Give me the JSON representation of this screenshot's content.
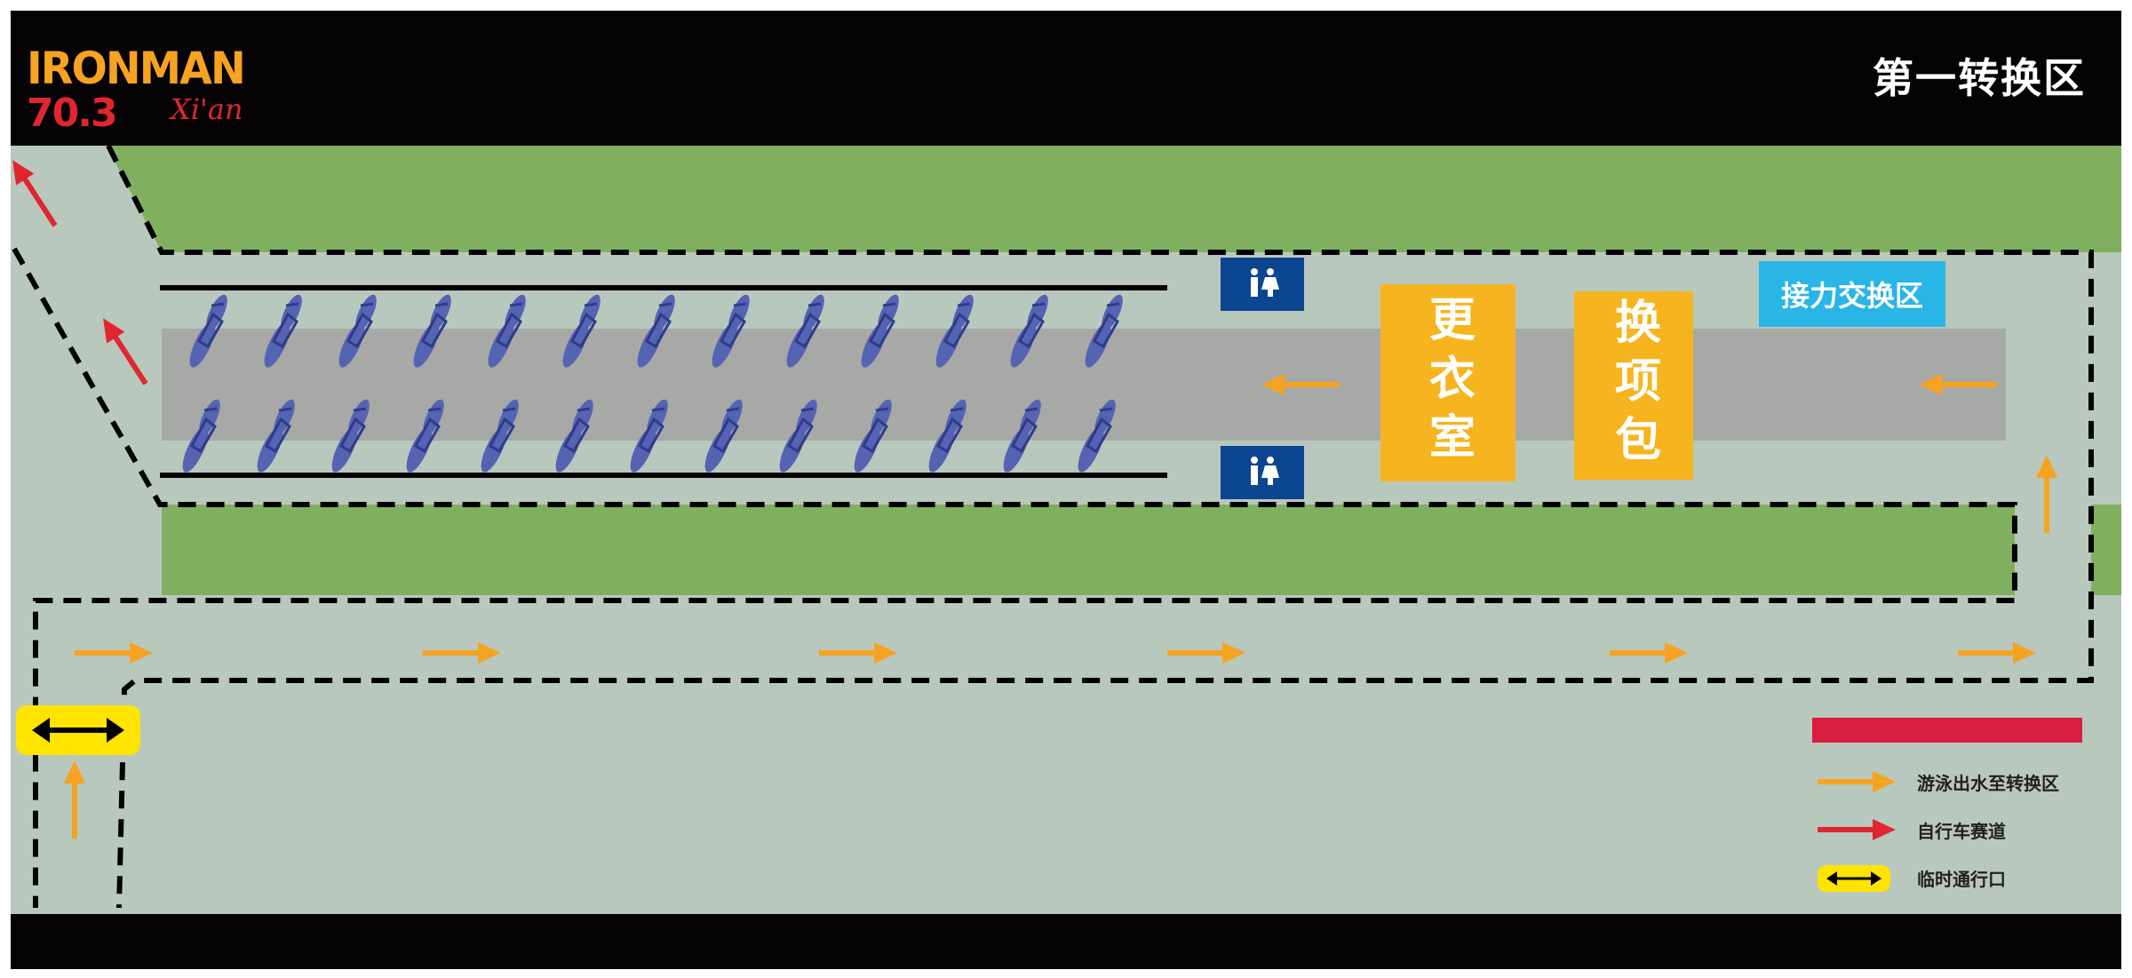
{
  "header": {
    "title": "第一转换区"
  },
  "logo": {
    "brand": "IRONMAN",
    "distance": "70.3",
    "city": "Xi'an"
  },
  "zones": {
    "changing_room": "更衣室",
    "gear_bag": "换项包",
    "relay_zone": "接力交换区"
  },
  "icons": {
    "toilet": "toilet-icon",
    "bike": "bicycle-icon"
  },
  "legend": {
    "items": [
      {
        "label": "游泳出水至转换区",
        "icon": "orange-arrow-icon",
        "color": "#f6a321"
      },
      {
        "label": "自行车赛道",
        "icon": "red-arrow-icon",
        "color": "#e0262f"
      },
      {
        "label": "临时通行口",
        "icon": "double-arrow-icon",
        "color": "#ffe400"
      }
    ]
  },
  "colors": {
    "background": "#b9c8bd",
    "grass": "#80b05f",
    "lane": "#a7a9a6",
    "header": "#050304",
    "zone_orange": "#f6b51e",
    "relay_blue": "#29b5e5",
    "toilet_blue": "#0c4592",
    "bike": "#5563b3",
    "legend_bar": "#d91d3f"
  }
}
